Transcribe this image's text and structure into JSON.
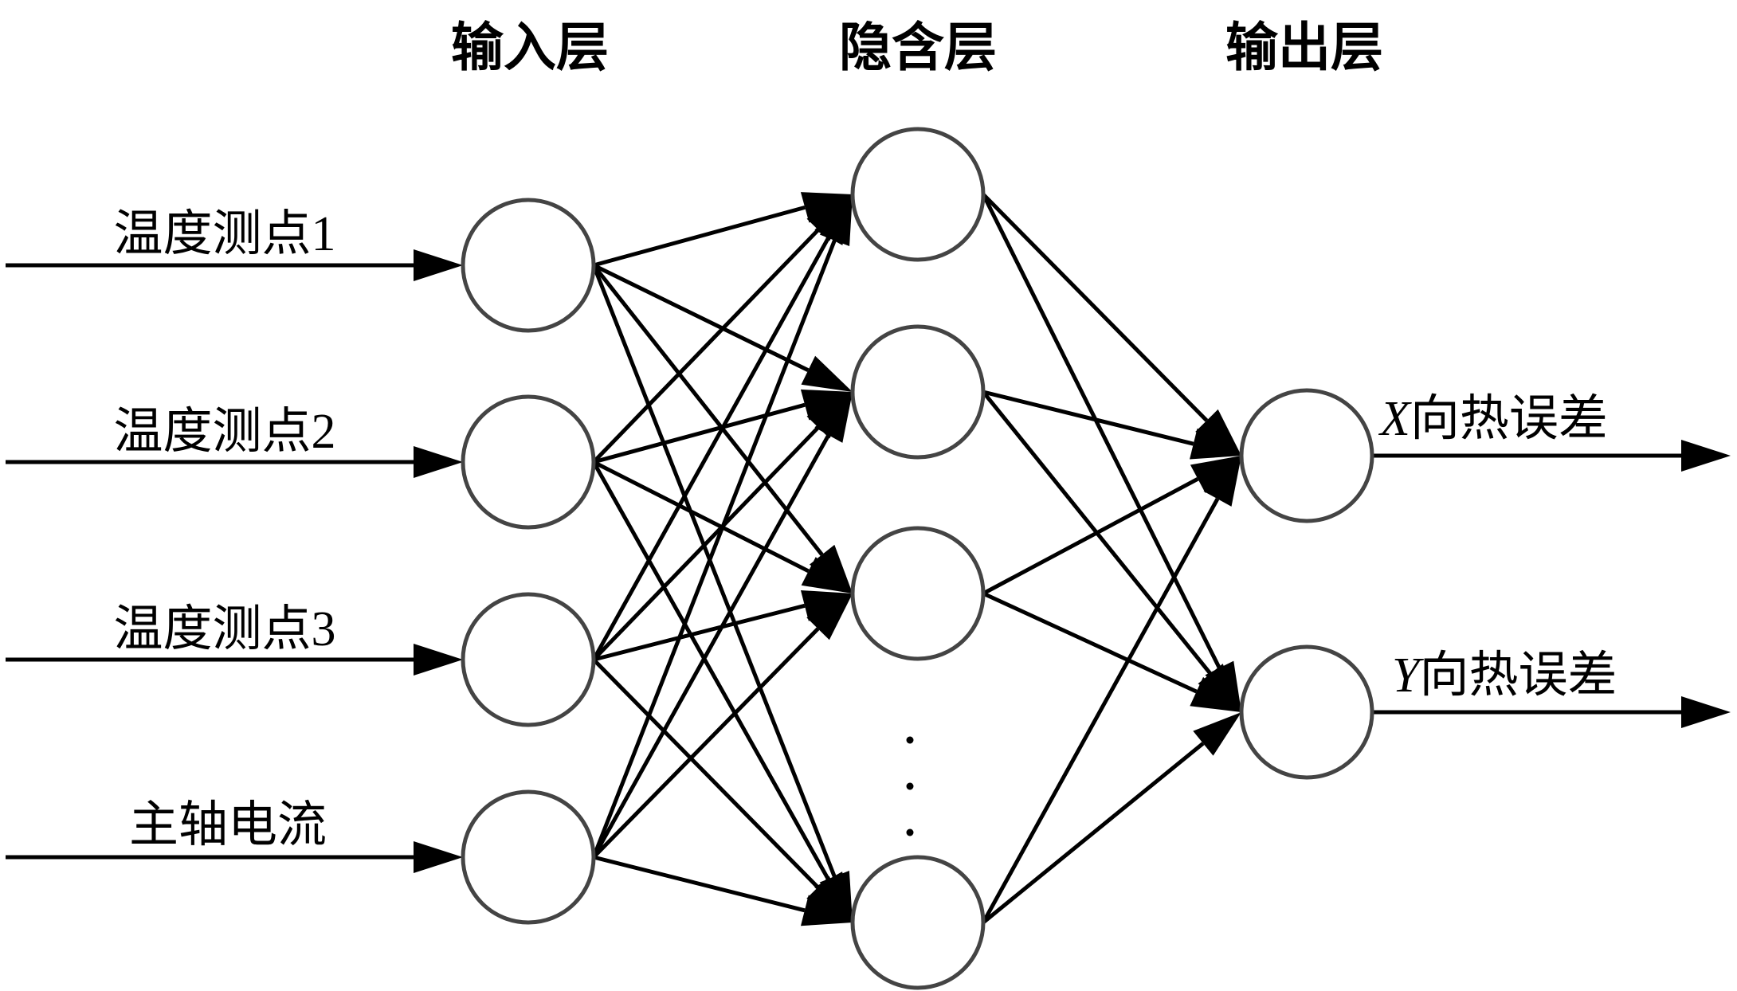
{
  "diagram": {
    "type": "neural-network",
    "layers": [
      {
        "id": "input",
        "title": "输入层",
        "node_count": 4
      },
      {
        "id": "hidden",
        "title": "隐含层",
        "node_count": 4,
        "ellipsis_before_last": true
      },
      {
        "id": "output",
        "title": "输出层",
        "node_count": 2
      }
    ],
    "inputs": [
      {
        "label": "温度测点1"
      },
      {
        "label": "温度测点2"
      },
      {
        "label": "温度测点3"
      },
      {
        "label": "主轴电流"
      }
    ],
    "outputs": [
      {
        "variable": "X",
        "label": "向热误差"
      },
      {
        "variable": "Y",
        "label": "向热误差"
      }
    ],
    "connectivity": "fully-connected",
    "colors": {
      "node_stroke": "#444444",
      "edge": "#000000",
      "background": "#ffffff"
    }
  }
}
